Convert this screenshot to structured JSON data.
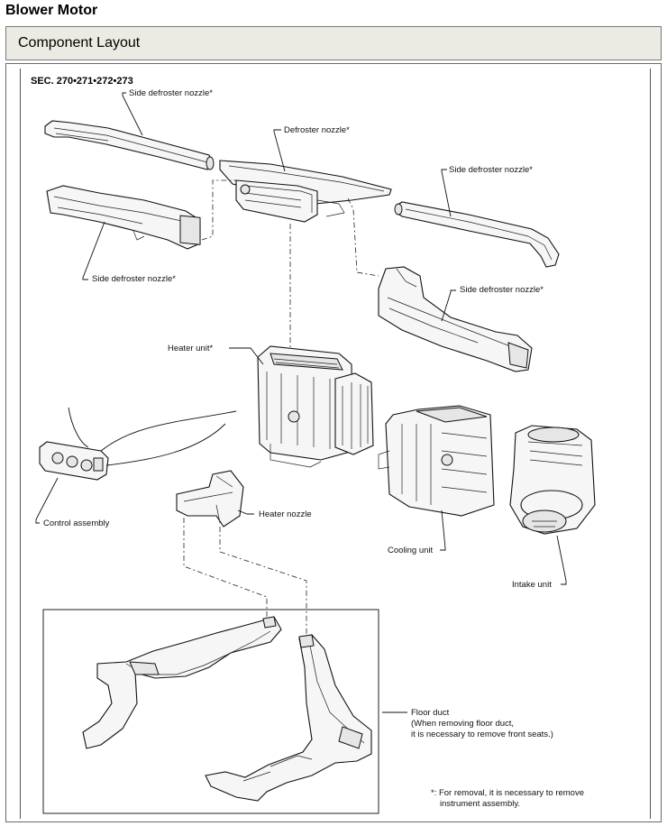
{
  "page": {
    "title": "Blower Motor",
    "section_header": "Component Layout"
  },
  "diagram": {
    "section_code": "SEC. 270•271•272•273",
    "labels": {
      "side_defroster_nozzle_upper_left": "Side defroster nozzle*",
      "defroster_nozzle": "Defroster nozzle*",
      "side_defroster_nozzle_right": "Side defroster nozzle*",
      "side_defroster_nozzle_lower_left": "Side defroster nozzle*",
      "side_defroster_nozzle_lower_right": "Side defroster nozzle*",
      "heater_unit": "Heater unit*",
      "control_assembly": "Control assembly",
      "heater_nozzle": "Heater nozzle",
      "cooling_unit": "Cooling unit",
      "intake_unit": "Intake unit",
      "floor_duct_line1": "Floor duct",
      "floor_duct_line2": "(When removing floor duct,",
      "floor_duct_line3": "it is necessary to remove front seats.)"
    },
    "footnote_line1": "*: For removal, it is necessary to remove",
    "footnote_line2": "instrument assembly."
  }
}
